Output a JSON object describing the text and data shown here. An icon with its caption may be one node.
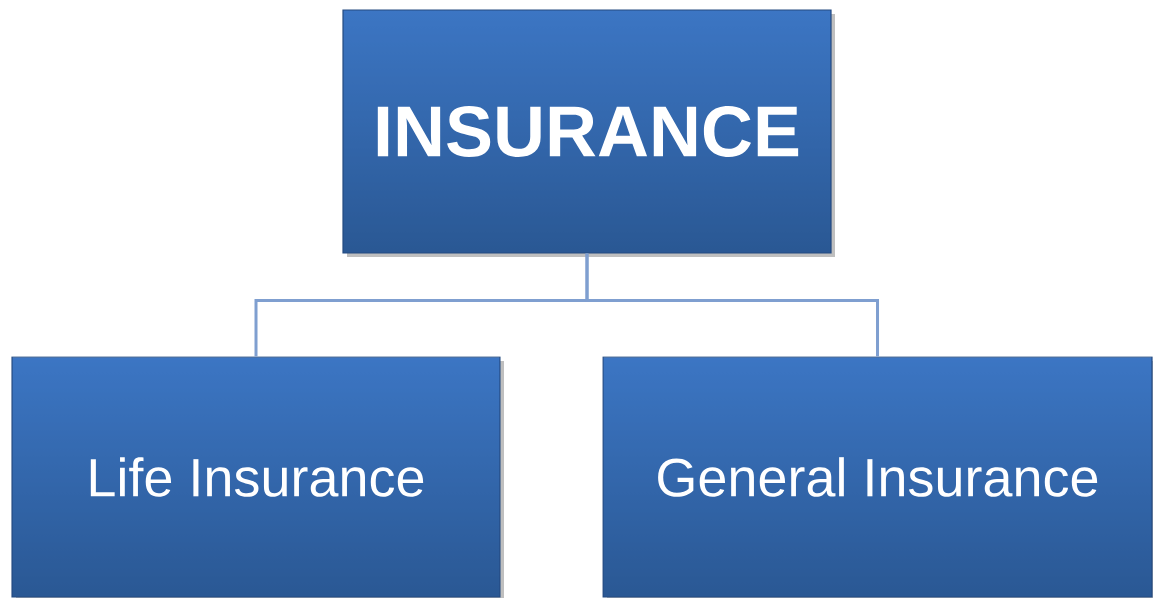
{
  "diagram": {
    "nodes": [
      {
        "text": [
          "INSURANCE"
        ]
      },
      {
        "text": [
          "Life Insurance"
        ]
      },
      {
        "text": [
          "General Insurance"
        ]
      }
    ],
    "edges": [
      {
        "from": 0,
        "to": 1,
        "arrow": "none"
      },
      {
        "from": 0,
        "to": 2,
        "arrow": "none"
      }
    ]
  }
}
